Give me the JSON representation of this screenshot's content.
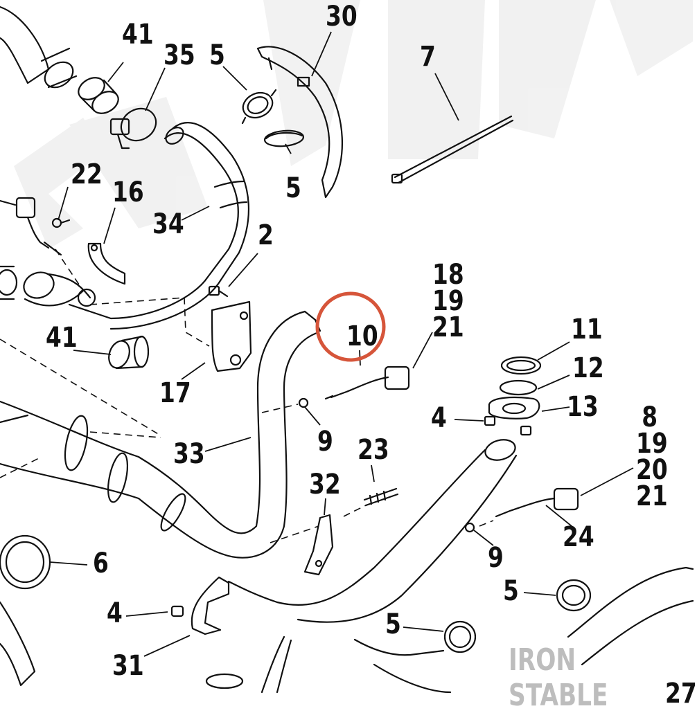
{
  "watermark_text": "STABLE",
  "brand_label": "IRON STABLE",
  "highlight_color": "#d6553a",
  "ink_color": "#111111",
  "callouts": {
    "c41_top": "41",
    "c35": "35",
    "c5_top": "5",
    "c30": "30",
    "c7": "7",
    "c5_mid": "5",
    "c22": "22",
    "c16": "16",
    "c34": "34",
    "c2": "2",
    "c41_left": "41",
    "c17": "17",
    "c10": "10",
    "c18": "18",
    "c19_a": "19",
    "c21_a": "21",
    "c11": "11",
    "c12": "12",
    "c13": "13",
    "c4_right": "4",
    "c9_mid": "9",
    "c33": "33",
    "c23": "23",
    "c32": "32",
    "c8": "8",
    "c19_b": "19",
    "c20": "20",
    "c21_b": "21",
    "c24": "24",
    "c9_right": "9",
    "c6": "6",
    "c5_right": "5",
    "c4_left": "4",
    "c5_bottom": "5",
    "c31": "31",
    "c27": "27"
  }
}
